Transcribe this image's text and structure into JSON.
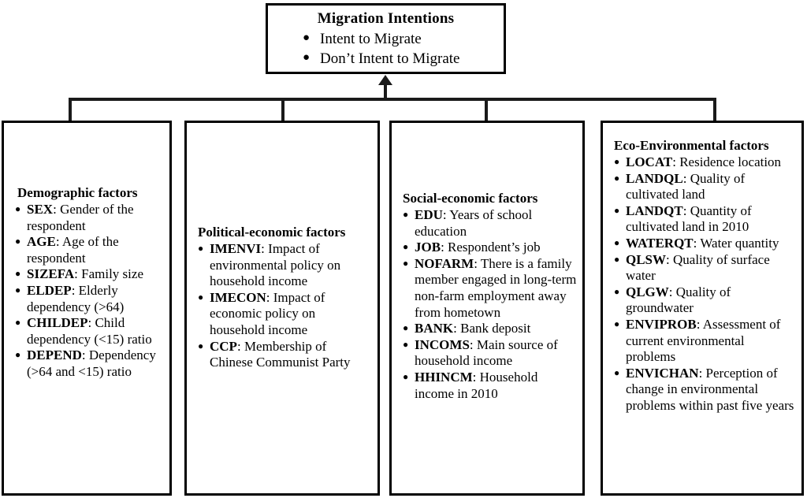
{
  "diagram": {
    "root": {
      "title": "Migration Intentions",
      "bullets": [
        "Intent to Migrate",
        "Don’t Intent to Migrate"
      ]
    },
    "categories": [
      {
        "title": "Demographic factors",
        "items": [
          {
            "code": "SEX",
            "sep": ":",
            "desc": "Gender of the respondent"
          },
          {
            "code": "AGE",
            "sep": ":",
            "desc": "Age of the respondent"
          },
          {
            "code": "SIZEFA",
            "sep": ":",
            "desc": "Family size"
          },
          {
            "code": "ELDEP",
            "sep": ":",
            "desc": "Elderly dependency (>64)"
          },
          {
            "code": "CHILDEP",
            "sep": ":",
            "desc": "Child dependency (<15) ratio"
          },
          {
            "code": "DEPEND",
            "sep": ":",
            "desc": "Dependency (>64 and <15) ratio"
          }
        ]
      },
      {
        "title": "Political-economic factors",
        "items": [
          {
            "code": "IMENVI",
            "sep": ":",
            "desc": "Impact of environmental policy on household income"
          },
          {
            "code": "IMECON",
            "sep": ":",
            "desc": "Impact of economic policy on household income"
          },
          {
            "code": "CCP",
            "sep": ":",
            "desc": "Membership of Chinese Communist Party"
          }
        ]
      },
      {
        "title": "Social-economic factors",
        "items": [
          {
            "code": "EDU",
            "sep": ":",
            "desc": "Years of school education"
          },
          {
            "code": "JOB",
            "sep": ":",
            "desc": "Respondent’s job"
          },
          {
            "code": "NOFARM",
            "sep": ":",
            "desc": "There is a family member engaged in long-term non-farm employment away from hometown"
          },
          {
            "code": "BANK",
            "sep": ":",
            "desc": "Bank deposit"
          },
          {
            "code": "INCOMS",
            "sep": ":",
            "desc": "Main source of household income"
          },
          {
            "code": "HHINCM",
            "sep": ":",
            "desc": "Household income in 2010"
          }
        ]
      },
      {
        "title": "Eco-Environmental factors",
        "items": [
          {
            "code": "LOCAT",
            "sep": ":",
            "desc": "Residence location"
          },
          {
            "code": "LANDQL",
            "sep": ":",
            "desc": "Quality of cultivated land"
          },
          {
            "code": "LANDQT",
            "sep": ":",
            "desc": "Quantity of cultivated land in 2010"
          },
          {
            "code": "WATERQT",
            "sep": ":",
            "desc": "Water quantity"
          },
          {
            "code": "QLSW",
            "sep": ":",
            "desc": "Quality of surface water"
          },
          {
            "code": "QLGW",
            "sep": ":",
            "desc": "Quality of groundwater"
          },
          {
            "code": "ENVIPROB",
            "sep": ":",
            "desc": "Assessment of current environmental problems"
          },
          {
            "code": "ENVICHAN",
            "sep": ":",
            "desc": "Perception of change in environmental problems within past five years"
          }
        ]
      }
    ],
    "colors": {
      "border": "#000000",
      "connector": "#1a1a1a",
      "background": "#ffffff",
      "text": "#000000"
    }
  }
}
